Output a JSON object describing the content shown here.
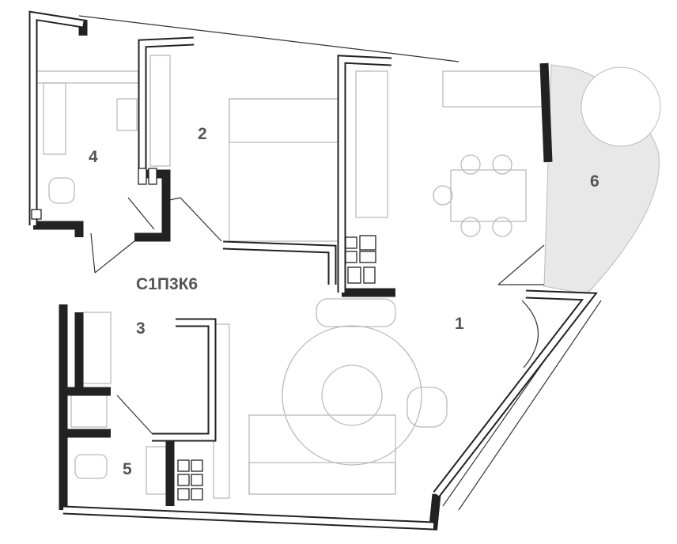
{
  "plan": {
    "code": "С1П3К6",
    "rooms": [
      {
        "number": "1"
      },
      {
        "number": "2"
      },
      {
        "number": "3"
      },
      {
        "number": "4"
      },
      {
        "number": "5"
      },
      {
        "number": "6"
      }
    ],
    "colors": {
      "wall": "#222222",
      "balcony": "#e8e8e8",
      "label": "#555555"
    }
  }
}
